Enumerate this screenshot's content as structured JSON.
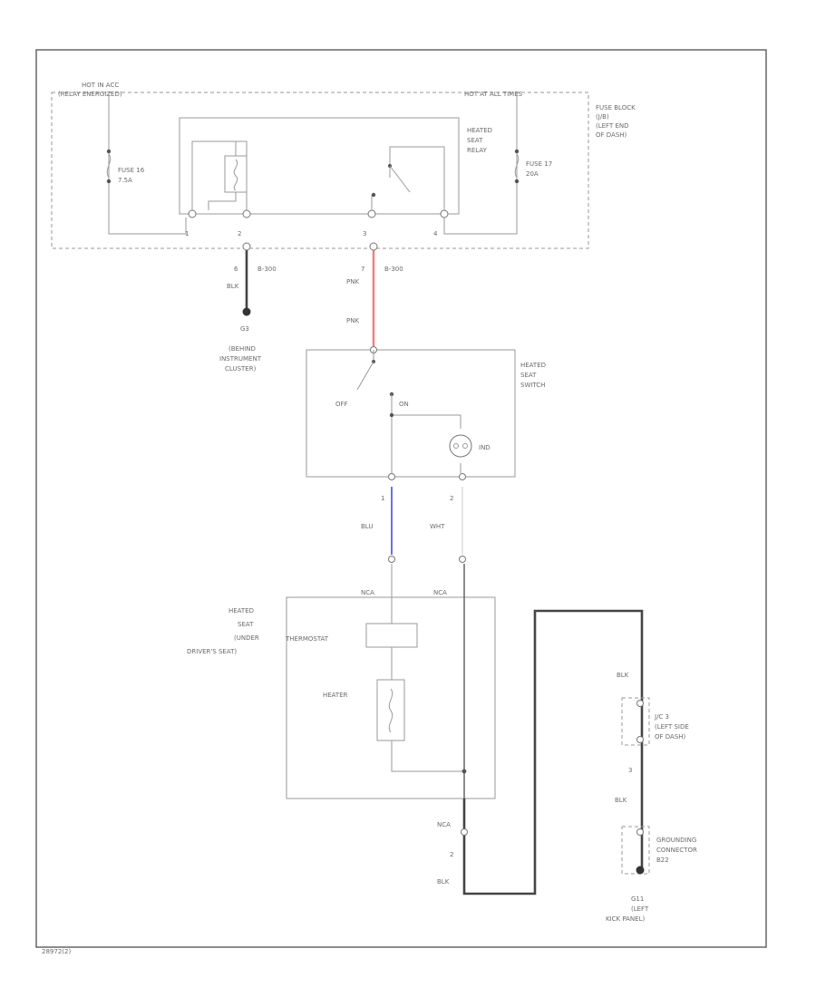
{
  "frame_code": "28972(2)",
  "fuse_block": {
    "hot_in_acc_line1": "HOT IN ACC",
    "hot_in_acc_line2": "(RELAY ENERGIZED)",
    "hot_at_all_times": "HOT AT ALL TIMES",
    "label": [
      "FUSE BLOCK",
      "(J/B)",
      "(LEFT END",
      "OF DASH)"
    ],
    "fuse16": [
      "FUSE 16",
      "7.5A"
    ],
    "fuse17": [
      "FUSE 17",
      "20A"
    ],
    "relay_label": [
      "HEATED",
      "SEAT",
      "RELAY"
    ],
    "pins": [
      "1",
      "2",
      "3",
      "4"
    ]
  },
  "relay_wires": {
    "left_pin": "6",
    "left_conn": "B-300",
    "left_color": "BLK",
    "right_pin": "7",
    "right_conn": "B-300",
    "right_color_top": "PNK",
    "right_color_bottom": "PNK"
  },
  "ground_g3": [
    "G3",
    "(BEHIND",
    "INSTRUMENT",
    "CLUSTER)"
  ],
  "switch": {
    "label": [
      "HEATED",
      "SEAT",
      "SWITCH"
    ],
    "off": "OFF",
    "on": "ON",
    "indicator": "IND",
    "pin1": "1",
    "pin2": "2",
    "wire1_color": "BLU",
    "wire2_color": "WHT"
  },
  "heated_seat": {
    "label": [
      "HEATED",
      "SEAT",
      "(UNDER",
      "DRIVER'S SEAT)"
    ],
    "thermostat": "THERMOSTAT",
    "heater": "HEATER",
    "nca_left": "NCA",
    "nca_right": "NCA",
    "nca_bottom": "NCA",
    "bottom_pin": "2",
    "bottom_color": "BLK"
  },
  "ground_right": {
    "blk_top": "BLK",
    "jc_label": [
      "J/C 3",
      "(LEFT SIDE",
      "OF DASH)"
    ],
    "pin": "3",
    "blk_bottom": "BLK",
    "connector_label": [
      "GROUNDING",
      "CONNECTOR",
      "B22"
    ],
    "g11": [
      "G11",
      "(LEFT",
      "KICK PANEL)"
    ]
  },
  "colors": {
    "pink_wire": "#f08080",
    "blue_wire": "#7070e8",
    "line": "#9a9a9a",
    "text": "#6a6a6a",
    "bold_wire": "#444444"
  }
}
